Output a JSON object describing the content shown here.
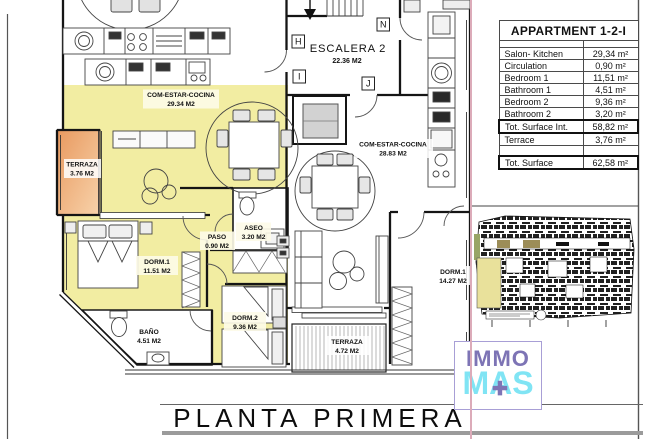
{
  "sheet": {
    "footer_title": "PLANTA PRIMERA"
  },
  "area_table": {
    "header": "APPARTMENT 1-2-I",
    "rows": [
      {
        "label": "Salon- Kitchen",
        "value": "29,34 m²"
      },
      {
        "label": "Circulation",
        "value": "0,90 m²"
      },
      {
        "label": "Bedroom 1",
        "value": "11,51 m²"
      },
      {
        "label": "Bathroom 1",
        "value": "4,51 m²"
      },
      {
        "label": "Bedroom 2",
        "value": "9,36 m²"
      },
      {
        "label": "Bathroom 2",
        "value": "3,20 m²"
      },
      {
        "label": "Tot. Surface Int.",
        "value": "58,82 m²"
      },
      {
        "label": "Terrace",
        "value": "3,76 m²"
      },
      {
        "label": "Tot. Surface",
        "value": "62,58 m²"
      }
    ]
  },
  "floor_plan": {
    "stair_name": "ESCALERA 2",
    "stair_area": "22.36 M2",
    "rooms": {
      "salon_left": {
        "name": "COM-ESTAR-COCINA",
        "area": "29.34 M2"
      },
      "terraza_left": {
        "name": "TERRAZA",
        "area": "3.76 M2"
      },
      "dorm1_left": {
        "name": "DORM.1",
        "area": "11.51 M2"
      },
      "paso": {
        "name": "PASO",
        "area": "0.90 M2"
      },
      "aseo": {
        "name": "ASEO",
        "area": "3.20 M2"
      },
      "dorm2_left": {
        "name": "DORM.2",
        "area": "9.36 M2"
      },
      "bano": {
        "name": "BAÑO",
        "area": "4.51 M2"
      },
      "salon_right": {
        "name": "COM-ESTAR-COCINA",
        "area": "28.83 M2"
      },
      "terraza_bottom": {
        "name": "TERRAZA",
        "area": "4.72 M2"
      },
      "dorm1_right": {
        "name": "DORM.1",
        "area": "14.27 M2"
      }
    },
    "door_labels": {
      "h": "H",
      "i": "I",
      "n": "N",
      "j": "J"
    }
  },
  "logo": {
    "line1": "IMMO",
    "line2": "MAS",
    "plus_glyph": "✚"
  },
  "colors": {
    "apartment_highlight": "#f2eda2",
    "terrace_orange": "#eda878",
    "keyplan_highlight": "#e9e19b",
    "logo_purple": "#7d74b5",
    "logo_cyan": "#80e4f4",
    "panel_divider_pink": "#dcabb9"
  }
}
